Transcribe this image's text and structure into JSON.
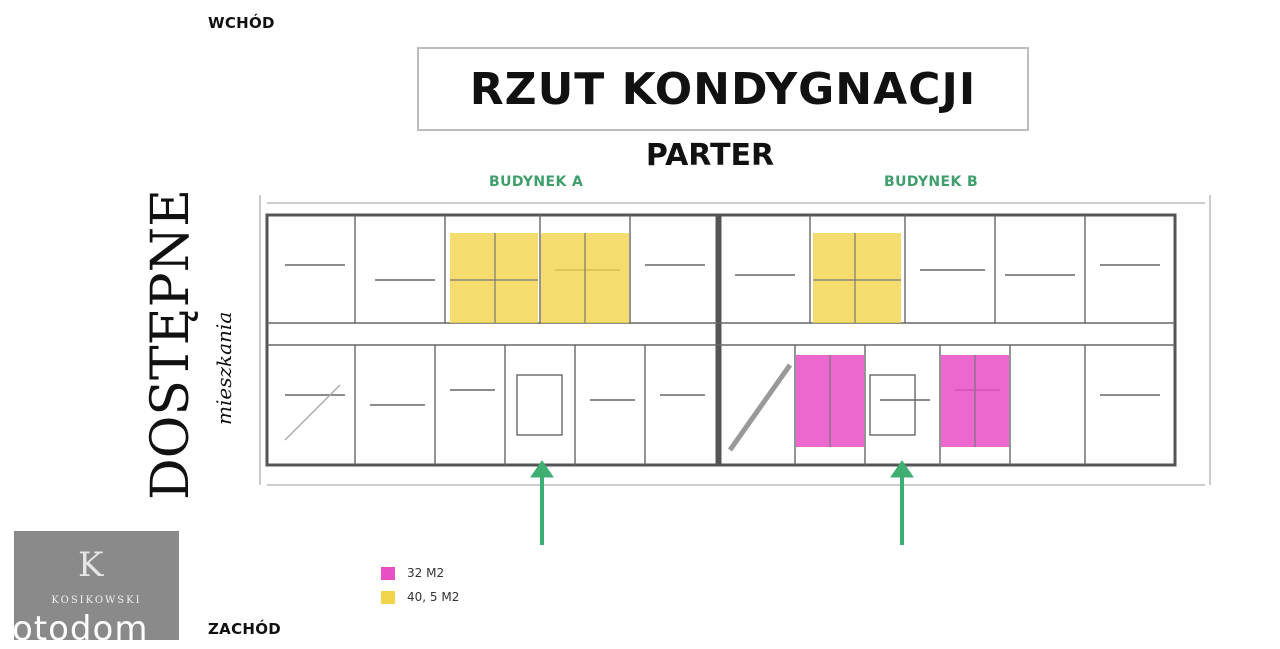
{
  "compass": {
    "top": "WCHÓD",
    "bottom": "ZACHÓD"
  },
  "title": "RZUT KONDYGNACJI",
  "subtitle": "PARTER",
  "buildings": {
    "a": "BUDYNEK A",
    "b": "BUDYNEK B"
  },
  "side_label": {
    "main": "DOSTĘPNE",
    "sub": "mieszkania"
  },
  "legend": [
    {
      "label": "32 M2",
      "color": "#ea4ec5"
    },
    {
      "label": "40, 5 M2",
      "color": "#f1d44a"
    }
  ],
  "highlight_colors": {
    "small": "#ea4ec5",
    "large": "#f1d44a",
    "arrow": "#3fae73"
  },
  "logo": {
    "name": "KOSIKOWSKI",
    "watermark": "otodom"
  }
}
